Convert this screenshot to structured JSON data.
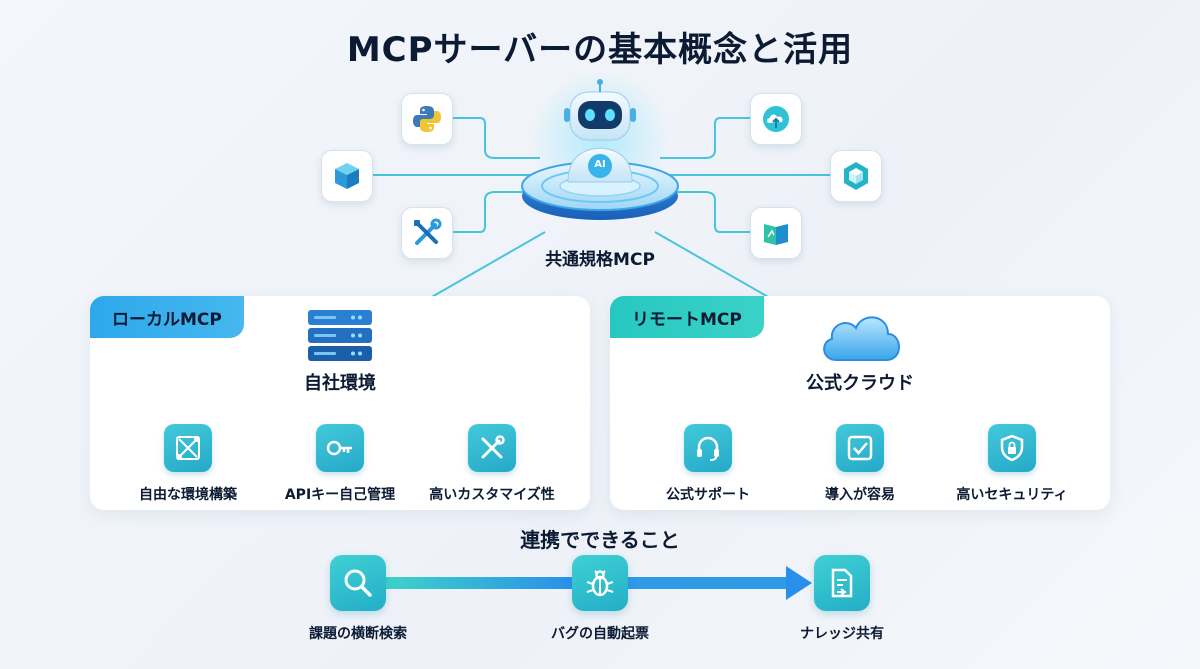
{
  "title": "MCPサーバーの基本概念と活用",
  "core": {
    "robot_badge": "AI",
    "label": "共通規格MCP",
    "tool_icons": [
      "python-icon",
      "cube-icon",
      "wrench-screwdriver-icon",
      "cloud-upload-icon",
      "package-icon",
      "book-icon"
    ]
  },
  "local": {
    "tag": "ローカルMCP",
    "env_label": "自社環境",
    "env_icon": "server-icon",
    "features": [
      {
        "label": "自由な環境構築",
        "icon": "node-graph-icon"
      },
      {
        "label": "APIキー自己管理",
        "icon": "key-icon"
      },
      {
        "label": "高いカスタマイズ性",
        "icon": "tools-icon"
      }
    ]
  },
  "remote": {
    "tag": "リモートMCP",
    "env_label": "公式クラウド",
    "env_icon": "cloud-icon",
    "features": [
      {
        "label": "公式サポート",
        "icon": "headset-icon"
      },
      {
        "label": "導入が容易",
        "icon": "checkbox-icon"
      },
      {
        "label": "高いセキュリティ",
        "icon": "shield-lock-icon"
      }
    ]
  },
  "integration": {
    "title": "連携でできること",
    "steps": [
      {
        "label": "課題の横断検索",
        "icon": "search-icon"
      },
      {
        "label": "バグの自動起票",
        "icon": "bug-icon"
      },
      {
        "label": "ナレッジ共有",
        "icon": "knowledge-share-icon"
      }
    ]
  },
  "colors": {
    "accent_blue": "#2ea8ea",
    "accent_teal": "#26c8c0",
    "icon_gradient_start": "#43c9da",
    "icon_gradient_end": "#25a9c9",
    "text_dark": "#0c1b33"
  }
}
